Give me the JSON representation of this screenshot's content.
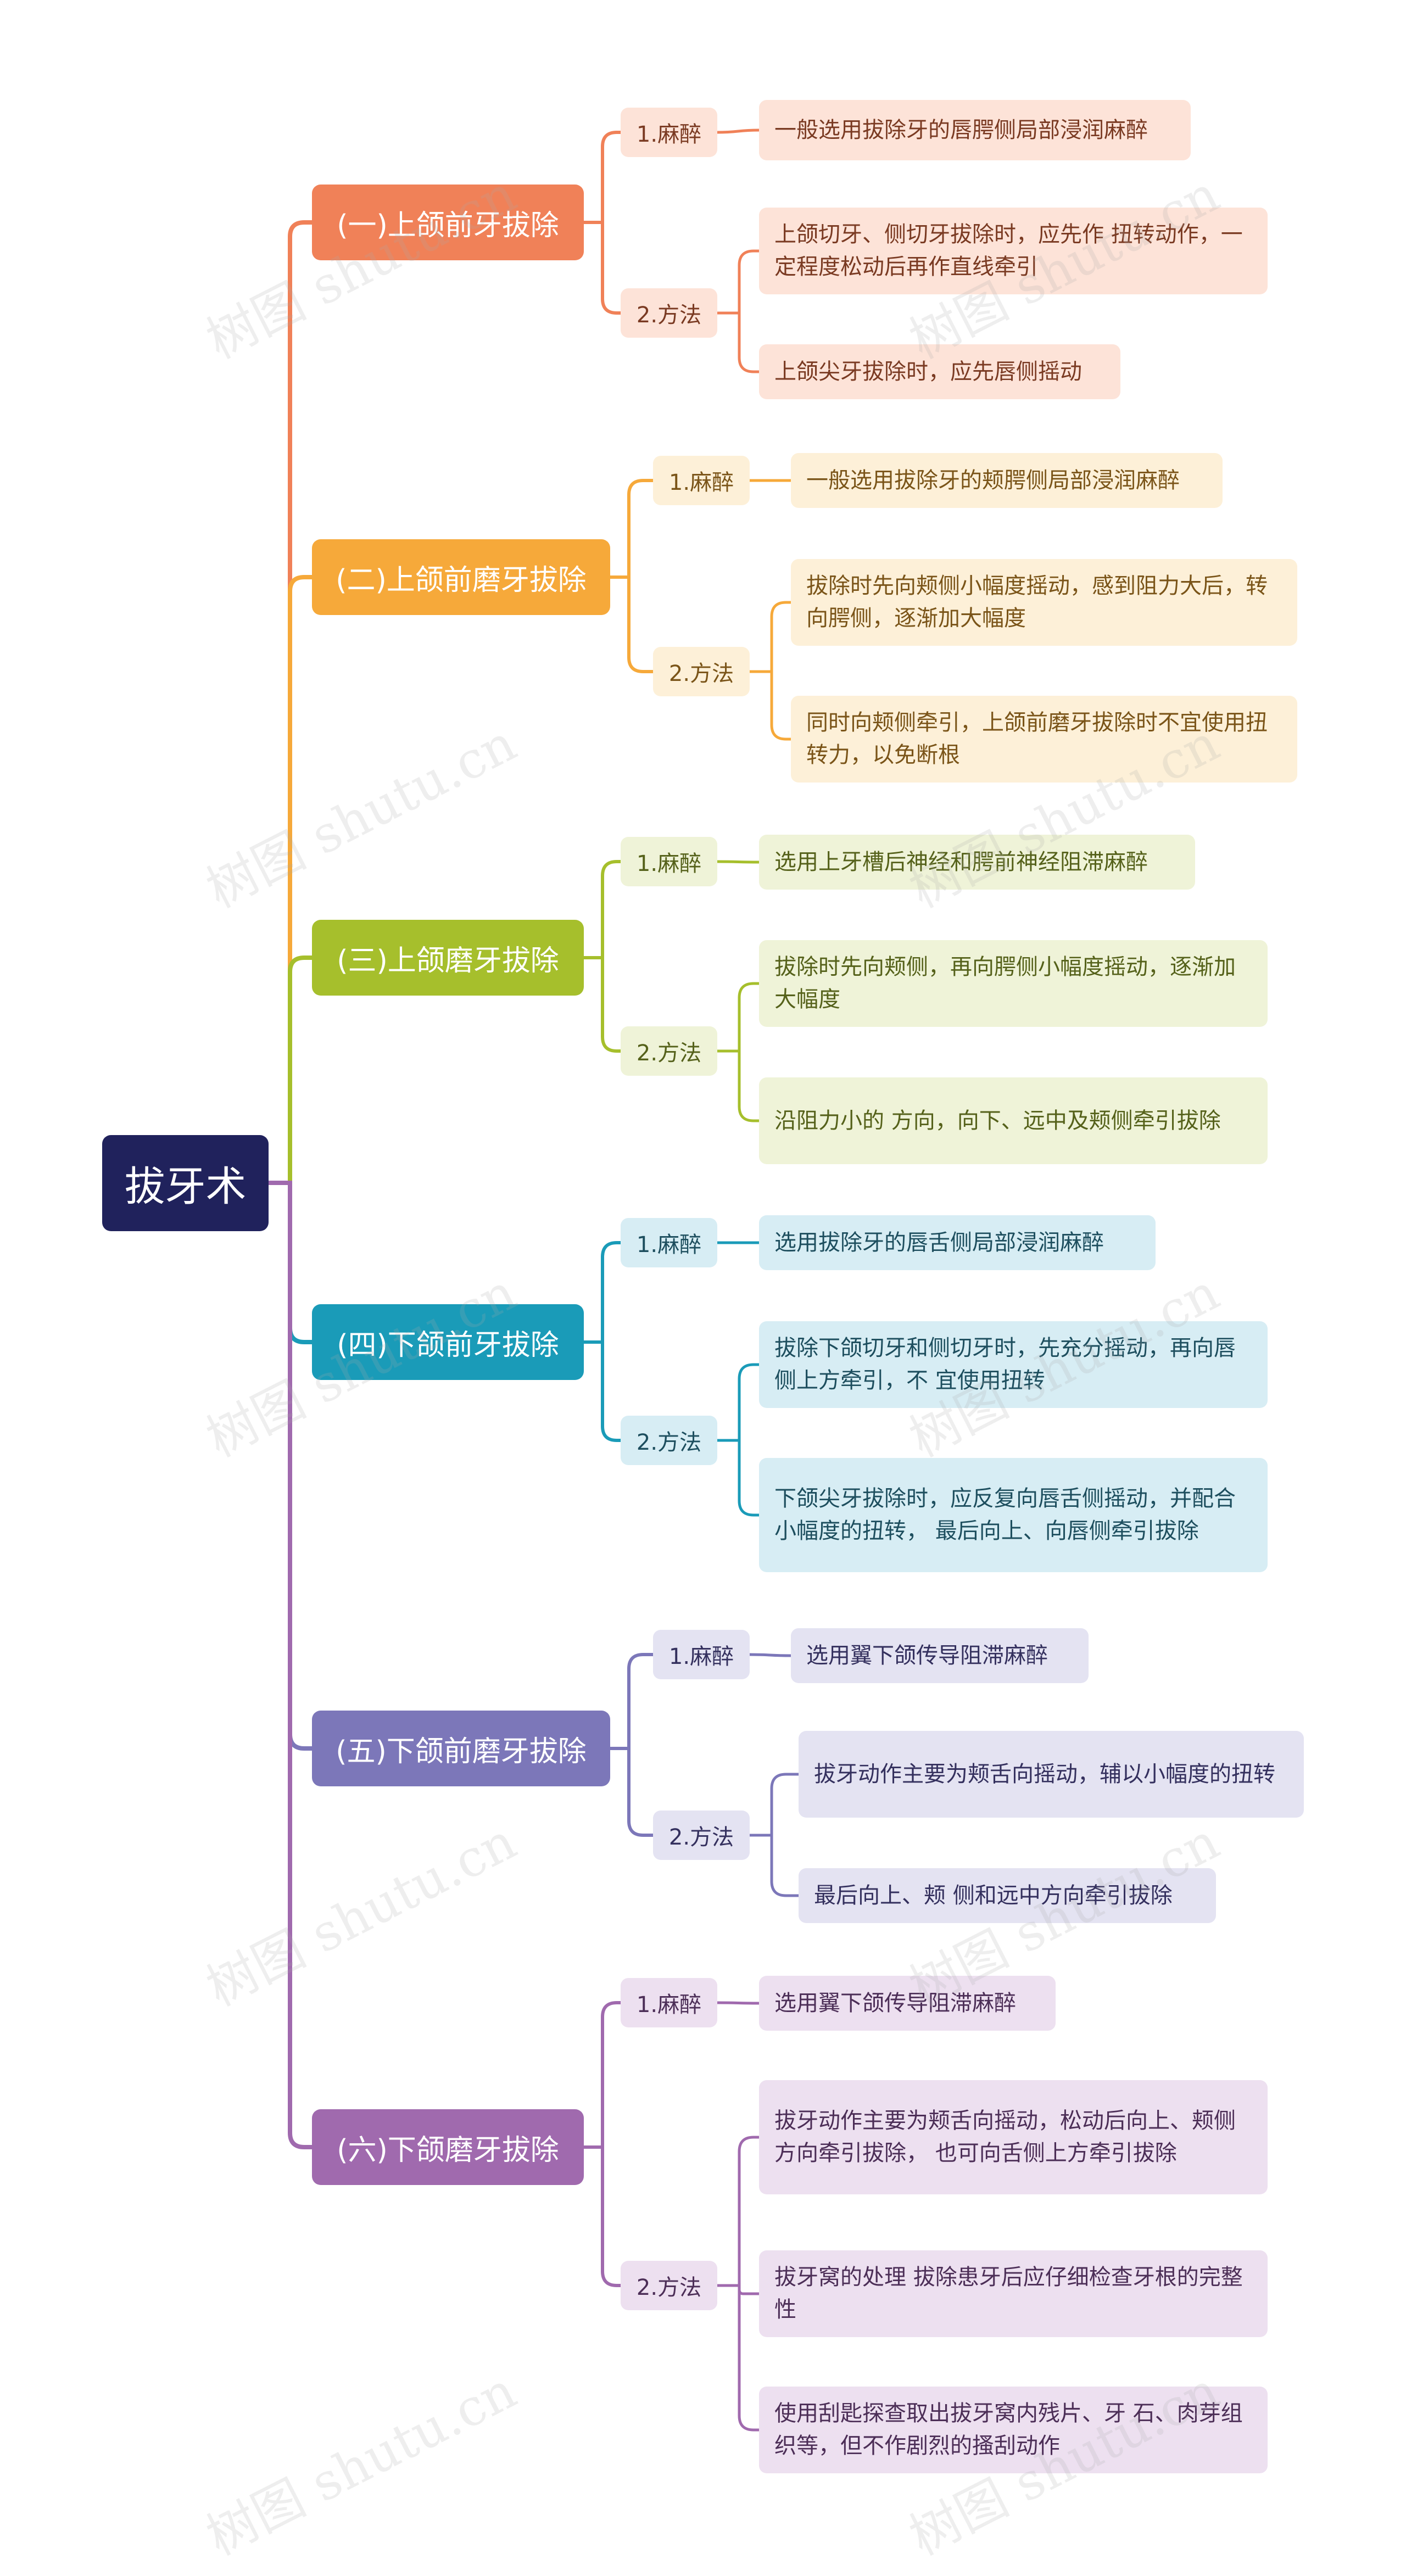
{
  "root": "拔牙术",
  "colors": [
    "#f08158",
    "#f6a93a",
    "#a6bf2c",
    "#1a9bb8",
    "#7c77b9",
    "#a06aae"
  ],
  "watermark": "树图 shutu.cn",
  "branches": [
    {
      "title": "(一)上颌前牙拔除",
      "anesthesia_label": "1.麻醉",
      "anesthesia": "一般选用拔除牙的唇腭侧局部浸润麻醉",
      "method_label": "2.方法",
      "methods": [
        "上颌切牙、侧切牙拔除时，应先作 扭转动作，一定程度松动后再作直线牵引",
        "上颌尖牙拔除时，应先唇侧摇动"
      ]
    },
    {
      "title": "(二)上颌前磨牙拔除",
      "anesthesia_label": "1.麻醉",
      "anesthesia": "一般选用拔除牙的颊腭侧局部浸润麻醉",
      "method_label": "2.方法",
      "methods": [
        "拔除时先向颊侧小幅度摇动，感到阻力大后，转向腭侧，逐渐加大幅度",
        "同时向颊侧牵引，上颌前磨牙拔除时不宜使用扭转力，以免断根"
      ]
    },
    {
      "title": "(三)上颌磨牙拔除",
      "anesthesia_label": "1.麻醉",
      "anesthesia": "选用上牙槽后神经和腭前神经阻滞麻醉",
      "method_label": "2.方法",
      "methods": [
        "拔除时先向颊侧，再向腭侧小幅度摇动，逐渐加大幅度",
        "沿阻力小的 方向，向下、远中及颊侧牵引拔除"
      ]
    },
    {
      "title": "(四)下颌前牙拔除",
      "anesthesia_label": "1.麻醉",
      "anesthesia": "选用拔除牙的唇舌侧局部浸润麻醉",
      "method_label": "2.方法",
      "methods": [
        "拔除下颌切牙和侧切牙时，先充分摇动，再向唇侧上方牵引，不 宜使用扭转",
        "下颌尖牙拔除时，应反复向唇舌侧摇动，并配合小幅度的扭转， 最后向上、向唇侧牵引拔除"
      ]
    },
    {
      "title": "(五)下颌前磨牙拔除",
      "anesthesia_label": "1.麻醉",
      "anesthesia": "选用翼下颌传导阻滞麻醉",
      "method_label": "2.方法",
      "methods": [
        "拔牙动作主要为颊舌向摇动，辅以小幅度的扭转",
        "最后向上、颊 侧和远中方向牵引拔除"
      ]
    },
    {
      "title": "(六)下颌磨牙拔除",
      "anesthesia_label": "1.麻醉",
      "anesthesia": "选用翼下颌传导阻滞麻醉",
      "method_label": "2.方法",
      "methods": [
        " 拔牙动作主要为颊舌向摇动，松动后向上、颊侧方向牵引拔除， 也可向舌侧上方牵引拔除",
        "拔牙窝的处理 拔除患牙后应仔细检查牙根的完整性",
        "使用刮匙探查取出拔牙窝内残片、牙 石、肉芽组织等，但不作剧烈的搔刮动作"
      ]
    }
  ]
}
